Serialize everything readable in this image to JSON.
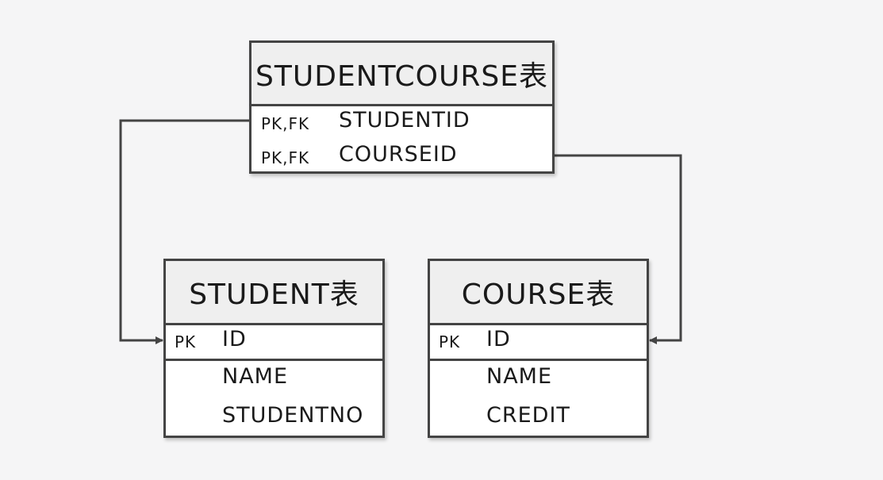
{
  "tables": {
    "studentcourse": {
      "title": "STUDENTCOURSE表",
      "rows": [
        {
          "key": "PK,FK",
          "field": "STUDENTID"
        },
        {
          "key": "PK,FK",
          "field": "COURSEID"
        }
      ]
    },
    "student": {
      "title": "STUDENT表",
      "pk": {
        "key": "PK",
        "field": "ID"
      },
      "fields": [
        "NAME",
        "STUDENTNO"
      ]
    },
    "course": {
      "title": "COURSE表",
      "pk": {
        "key": "PK",
        "field": "ID"
      },
      "fields": [
        "NAME",
        "CREDIT"
      ]
    }
  },
  "colors": {
    "background": "#f5f5f6",
    "border": "#444444",
    "header_fill": "#efefef",
    "line": "#444444"
  }
}
